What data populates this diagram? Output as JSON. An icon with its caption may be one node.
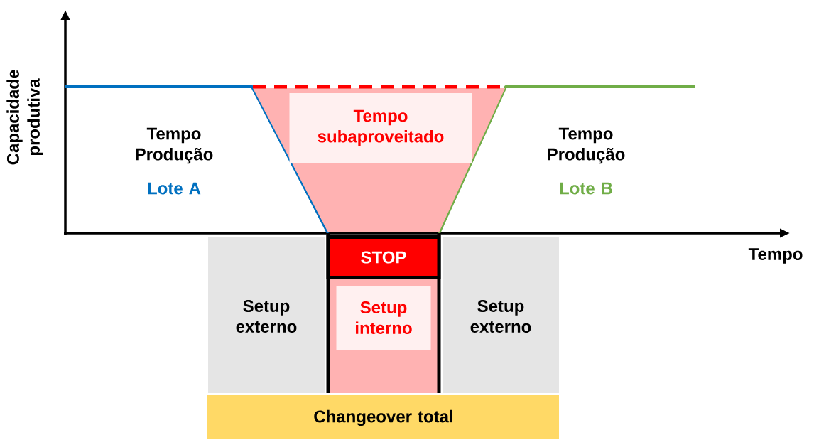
{
  "diagram": {
    "nodes": [
      {
        "text": [
          "Tempo subaproveitado"
        ]
      },
      {
        "text": [
          "STOP"
        ]
      },
      {
        "text": [
          "Setup externo"
        ]
      },
      {
        "text": [
          "Setup interno"
        ]
      },
      {
        "text": [
          "Setup externo"
        ]
      },
      {
        "text": [
          "Changeover total"
        ]
      }
    ],
    "labels": [
      "Capacidade produtiva",
      "Tempo Produção",
      "Lote A",
      "Tempo Produção",
      "Lote B",
      "Tempo"
    ]
  }
}
